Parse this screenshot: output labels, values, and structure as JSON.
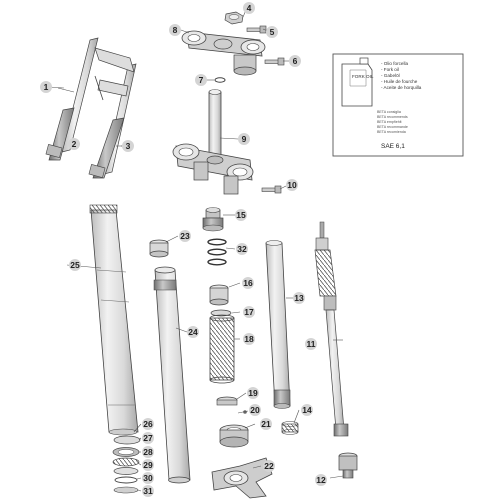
{
  "callouts": [
    {
      "id": "1",
      "label": "1"
    },
    {
      "id": "2",
      "label": "2"
    },
    {
      "id": "3",
      "label": "3"
    },
    {
      "id": "4",
      "label": "4"
    },
    {
      "id": "5",
      "label": "5"
    },
    {
      "id": "6",
      "label": "6"
    },
    {
      "id": "7",
      "label": "7"
    },
    {
      "id": "8",
      "label": "8"
    },
    {
      "id": "9",
      "label": "9"
    },
    {
      "id": "10",
      "label": "10"
    },
    {
      "id": "11",
      "label": "11"
    },
    {
      "id": "12",
      "label": "12"
    },
    {
      "id": "13",
      "label": "13"
    },
    {
      "id": "14",
      "label": "14"
    },
    {
      "id": "15",
      "label": "15"
    },
    {
      "id": "16",
      "label": "16"
    },
    {
      "id": "17",
      "label": "17"
    },
    {
      "id": "18",
      "label": "18"
    },
    {
      "id": "19",
      "label": "19"
    },
    {
      "id": "20",
      "label": "20"
    },
    {
      "id": "21",
      "label": "21"
    },
    {
      "id": "22",
      "label": "22"
    },
    {
      "id": "23",
      "label": "23"
    },
    {
      "id": "24",
      "label": "24"
    },
    {
      "id": "25",
      "label": "25"
    },
    {
      "id": "26",
      "label": "26"
    },
    {
      "id": "27",
      "label": "27"
    },
    {
      "id": "28",
      "label": "28"
    },
    {
      "id": "29",
      "label": "29"
    },
    {
      "id": "30",
      "label": "30"
    },
    {
      "id": "31",
      "label": "31"
    },
    {
      "id": "32",
      "label": "32"
    }
  ],
  "oil_box": {
    "can_label": "FORK OIL",
    "lines": [
      "- Olio forcella",
      "- Fork oil",
      "- Gabelöl",
      "- Huile de fourche",
      "- Aceite de horquilla"
    ],
    "beta_lines": [
      "BETA consiglia",
      "BETA recommends",
      "BETA empfiehlt",
      "BETA recommande",
      "BETA recomienda"
    ],
    "grade": "SAE 6,1"
  },
  "colors": {
    "line": "#444444",
    "callout_fill": "#d4d4d4",
    "part_light": "#e6e6e6",
    "part_mid": "#bdbdbd",
    "part_dark": "#8a8a8a"
  }
}
